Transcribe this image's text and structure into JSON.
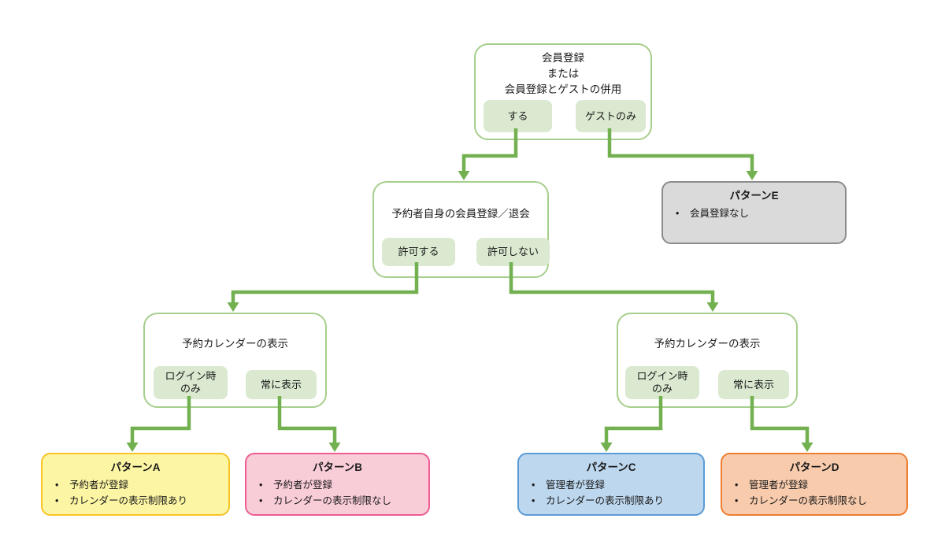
{
  "colors": {
    "connector_green": "#72B050",
    "node_border_green": "#A6CE8C",
    "chip_green": "#DAE9D0",
    "pattern_a_fill": "#FCF6A4",
    "pattern_a_border": "#F7C325",
    "pattern_b_fill": "#F9CDD8",
    "pattern_b_border": "#EE5C94",
    "pattern_c_fill": "#BDD7EE",
    "pattern_c_border": "#5B9BD5",
    "pattern_d_fill": "#F8CBAD",
    "pattern_d_border": "#ED7D31",
    "pattern_e_fill": "#DADADA",
    "pattern_e_border": "#8C8C8C"
  },
  "flow": {
    "root": {
      "line1": "会員登録",
      "line2": "または",
      "line3": "会員登録とゲストの併用",
      "opt_register": "する",
      "opt_guest": "ゲストのみ"
    },
    "self_reg": {
      "title": "予約者自身の会員登録／退会",
      "opt_allow": "許可する",
      "opt_deny": "許可しない"
    },
    "calendar_left": {
      "title": "予約カレンダーの表示",
      "opt_login_l1": "ログイン時",
      "opt_login_l2": "のみ",
      "opt_always": "常に表示"
    },
    "calendar_right": {
      "title": "予約カレンダーの表示",
      "opt_login_l1": "ログイン時",
      "opt_login_l2": "のみ",
      "opt_always": "常に表示"
    }
  },
  "patterns": {
    "a": {
      "title": "パターンA",
      "bullets": [
        "予約者が登録",
        "カレンダーの表示制限あり"
      ]
    },
    "b": {
      "title": "パターンB",
      "bullets": [
        "予約者が登録",
        "カレンダーの表示制限なし"
      ]
    },
    "c": {
      "title": "パターンC",
      "bullets": [
        "管理者が登録",
        "カレンダーの表示制限あり"
      ]
    },
    "d": {
      "title": "パターンD",
      "bullets": [
        "管理者が登録",
        "カレンダーの表示制限なし"
      ]
    },
    "e": {
      "title": "パターンE",
      "bullets": [
        "会員登録なし"
      ]
    }
  }
}
